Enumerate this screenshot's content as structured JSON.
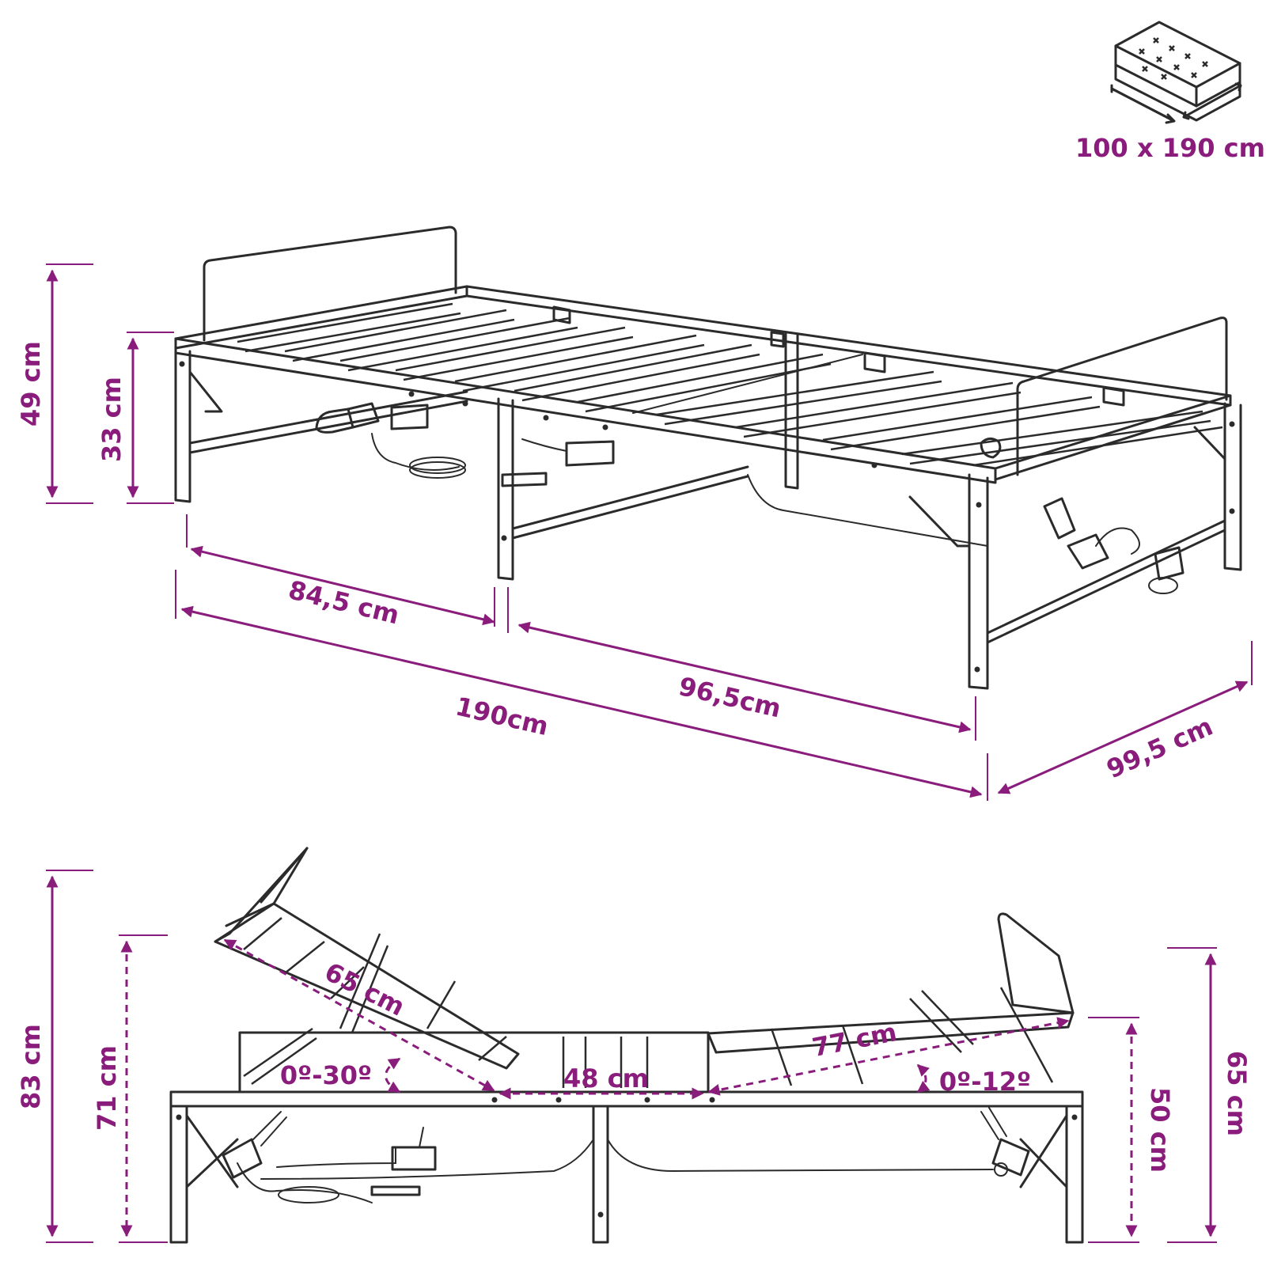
{
  "colors": {
    "accent": "#8a1c7c",
    "line": "#2b2b2b",
    "background": "#ffffff"
  },
  "icon": {
    "name": "mattress-icon",
    "label": "100 x 190 cm"
  },
  "top_view": {
    "height_headboard": "49 cm",
    "height_frame": "33 cm",
    "segment_head": "84,5 cm",
    "segment_foot": "96,5cm",
    "total_length": "190cm",
    "width": "99,5 cm"
  },
  "side_view": {
    "total_height_head": "83 cm",
    "height_head": "71 cm",
    "back_length": "65 cm",
    "back_angle": "0º-30º",
    "middle_length": "48 cm",
    "leg_length": "77 cm",
    "leg_angle": "0º-12º",
    "height_foot": "50 cm",
    "total_height_foot": "65 cm"
  }
}
